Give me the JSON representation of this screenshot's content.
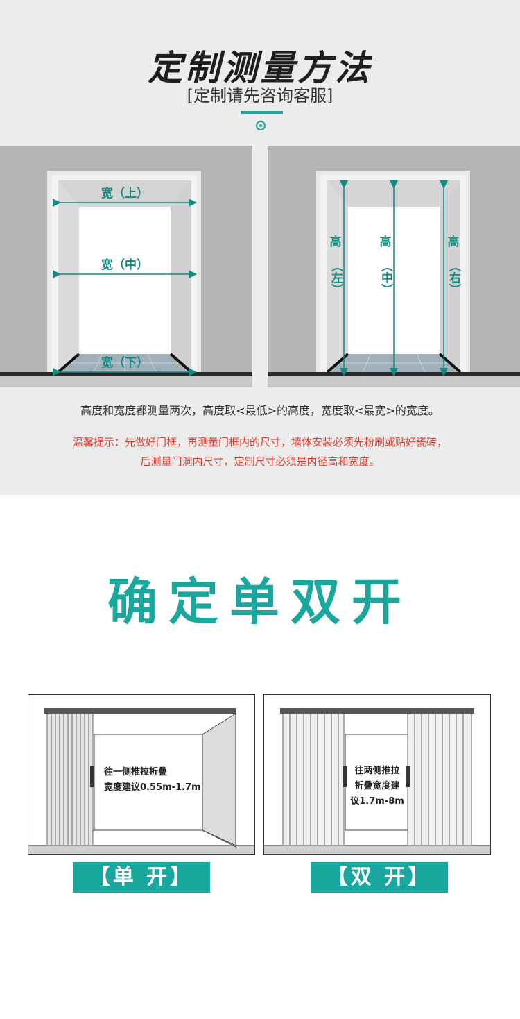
{
  "measure": {
    "title": "定制测量方法",
    "subtitle": "[定制请先咨询客服]",
    "width_top": "宽（上）",
    "width_mid": "宽（中）",
    "width_bottom": "宽（下）",
    "height_char": "高",
    "height_left": "（左）",
    "height_mid": "（中）",
    "height_right": "（右）",
    "note": "高度和宽度都测量两次，高度取<最低>的高度，宽度取<最宽>的宽度。",
    "warning_line1": "温馨提示：先做好门框，再测量门框内的尺寸，墙体安装必须先粉刷或贴好瓷砖，",
    "warning_line2": "后测量门洞内尺寸，定制尺寸必须是内径高和宽度。"
  },
  "open_type": {
    "heading": "确定单双开",
    "single": {
      "label_line1": "往一侧推拉折叠",
      "label_line2": "宽度建议0.55m-1.7m",
      "badge": "【单 开】"
    },
    "double": {
      "label_line1": "往两侧推拉",
      "label_line2": "折叠宽度建",
      "label_line3": "议1.7m-8m",
      "badge": "【双 开】"
    }
  },
  "colors": {
    "accent": "#1aa89e",
    "warning": "#e23a2c",
    "wall": "#b5b5b3"
  }
}
